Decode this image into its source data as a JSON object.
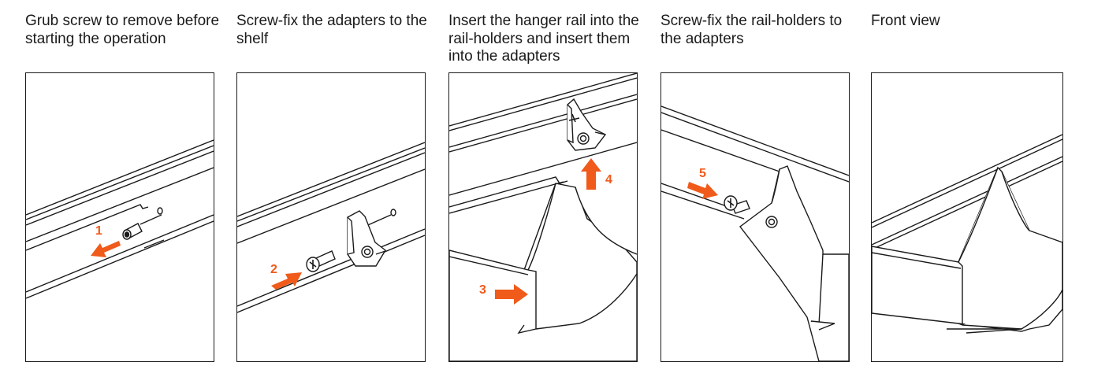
{
  "colors": {
    "accent": "#f05a1a",
    "line": "#1a1a1a"
  },
  "steps": [
    {
      "caption": "Grub screw to remove before starting the operation",
      "number": "1"
    },
    {
      "caption": "Screw-fix the adapters to the shelf",
      "number": "2"
    },
    {
      "caption": "Insert the hanger rail into the rail-holders and insert them into the adapters",
      "number": "3",
      "number_b": "4"
    },
    {
      "caption": "Screw-fix the rail-holders to the adapters",
      "number": "5"
    },
    {
      "caption": "Front view"
    }
  ]
}
